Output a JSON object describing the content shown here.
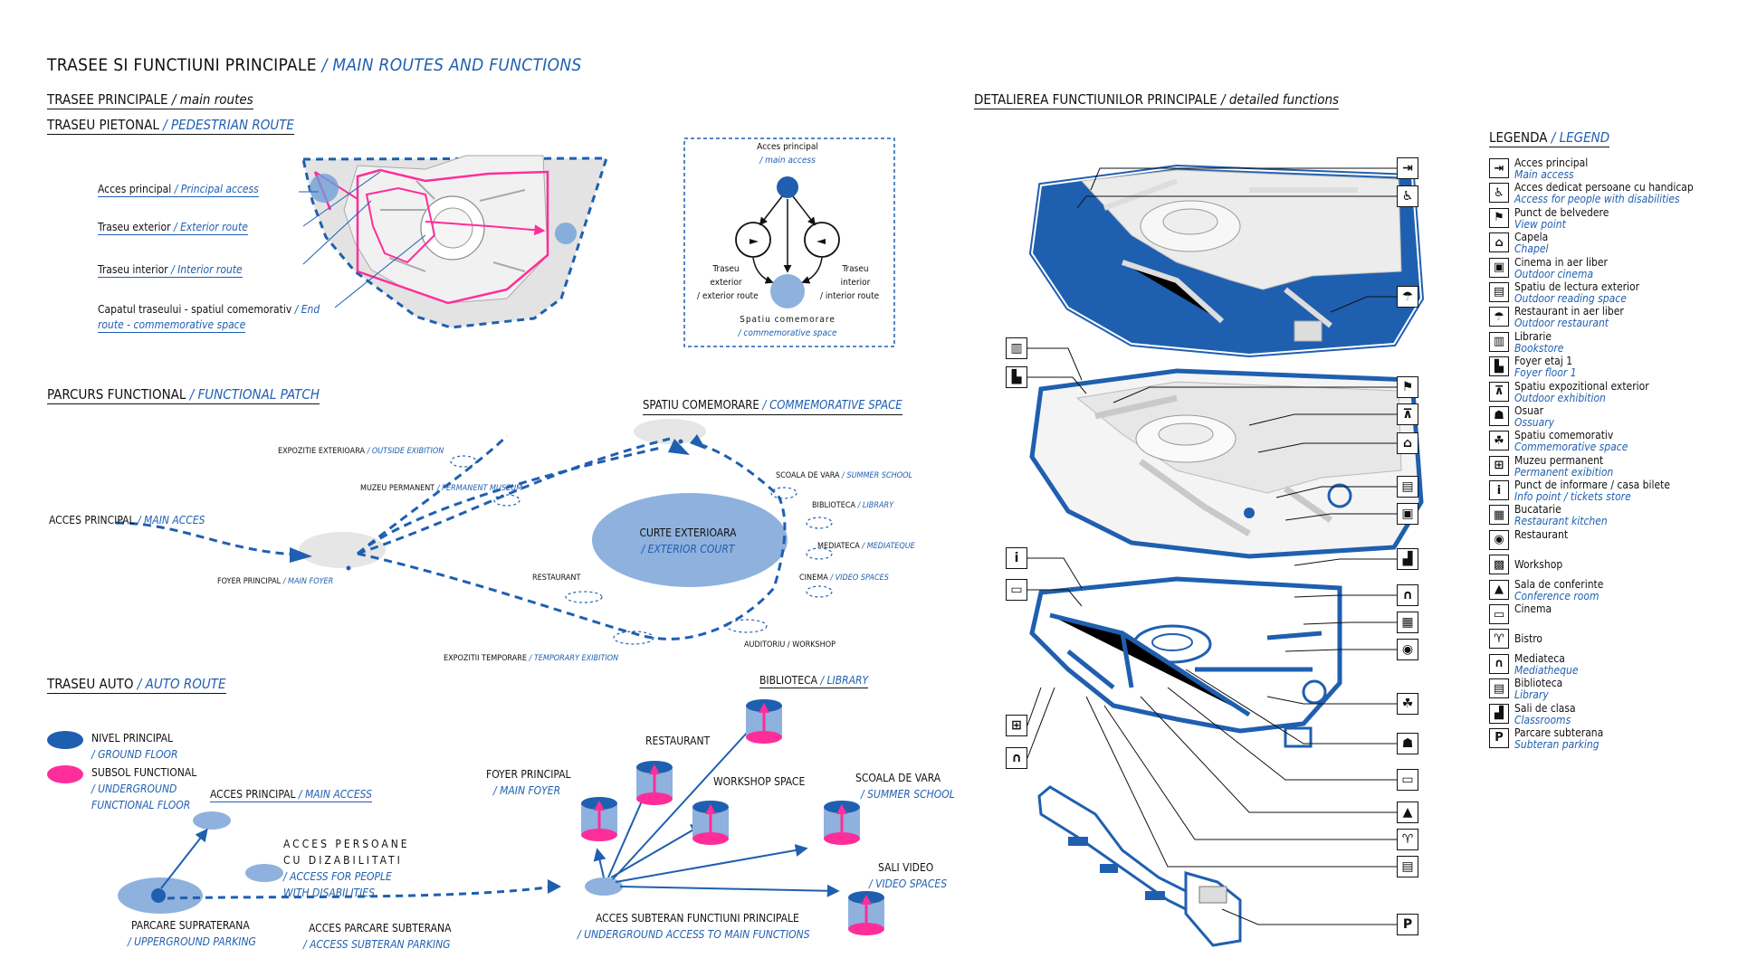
{
  "title": {
    "main": "TRASEE SI FUNCTIUNI PRINCIPALE",
    "en": "/ MAIN ROUTES AND FUNCTIONS"
  },
  "routes": {
    "main": {
      "ro": "TRASEE PRINCIPALE",
      "en": "/ main routes"
    },
    "pedestrian": {
      "ro": "TRASEU PIETONAL",
      "en": "/ PEDESTRIAN ROUTE"
    },
    "labels": {
      "acces_ro": "Acces principal",
      "acces_en": "/ Principal access",
      "ext_ro": "Traseu exterior",
      "ext_en": "/ Exterior route",
      "int_ro": "Traseu interior",
      "int_en": "/ Interior route",
      "cap_ro": "Capatul traseului - spatiul comemorativ",
      "cap_en1": "/ End",
      "cap_en2": "route - commemorative space"
    },
    "scheme": {
      "acces_ro": "Acces principal",
      "acces_en": "/ main access",
      "ext_ro1": "Traseu",
      "ext_ro2": "exterior",
      "ext_en": "/ exterior route",
      "int_ro1": "Traseu",
      "int_ro2": "interior",
      "int_en": "/ interior route",
      "spatiu_ro": "Spatiu comemorare",
      "spatiu_en": "/ commemorative space"
    }
  },
  "functional": {
    "title_ro": "PARCURS FUNCTIONAL",
    "title_en": "/ FUNCTIONAL PATCH",
    "spatiu_ro": "SPATIU COMEMORARE",
    "spatiu_en": "/ COMMEMORATIVE SPACE",
    "expo_ro": "EXPOZITIE EXTERIOARA",
    "expo_en": "/ OUTSIDE EXIBITION",
    "muzeu_ro": "MUZEU PERMANENT",
    "muzeu_en": "/ PERMANENT MUSEUM",
    "scoala_ro": "SCOALA DE VARA",
    "scoala_en": "/ SUMMER SCHOOL",
    "biblio_ro": "BIBLIOTECA",
    "biblio_en": "/ LIBRARY",
    "media_ro": "MEDIATECA",
    "media_en": "/ MEDIATEQUE",
    "cinema_ro": "CINEMA",
    "cinema_en": "/ VIDEO SPACES",
    "acces_ro": "ACCES PRINCIPAL",
    "acces_en": "/ MAIN ACCES",
    "foyer_ro": "FOYER PRINCIPAL",
    "foyer_en": "/ MAIN FOYER",
    "curte_ro": "CURTE EXTERIOARA",
    "curte_en": "/ EXTERIOR COURT",
    "restaurant": "RESTAURANT",
    "expot_ro": "EXPOZITII TEMPORARE",
    "expot_en": "/ TEMPORARY EXIBITION",
    "audit": "AUDITORIU / WORKSHOP"
  },
  "auto": {
    "title_ro": "TRASEU AUTO",
    "title_en": "/ AUTO ROUTE",
    "nivel_ro": "NIVEL PRINCIPAL",
    "nivel_en": "/ GROUND FLOOR",
    "subsol_ro": "SUBSOL FUNCTIONAL",
    "subsol_en1": "/ UNDERGROUND",
    "subsol_en2": "FUNCTIONAL FLOOR",
    "acces_ro": "ACCES PRINCIPAL",
    "acces_en": "/ MAIN ACCESS",
    "dis_ro1": "ACCES PERSOANE",
    "dis_ro2": "CU DIZABILITATI",
    "dis_en1": "/ ACCESS FOR PEOPLE",
    "dis_en2": "WITH DISABILITIES",
    "parc_ro": "PARCARE SUPRATERANA",
    "parc_en": "/ UPPERGROUND PARKING",
    "parcs_ro": "ACCES PARCARE SUBTERANA",
    "parcs_en": "/ ACCESS SUBTERAN PARKING",
    "sub_ro": "ACCES SUBTERAN FUNCTIUNI PRINCIPALE",
    "sub_en": "/ UNDERGROUND ACCESS TO MAIN FUNCTIONS",
    "foyer_ro": "FOYER PRINCIPAL",
    "foyer_en": "/ MAIN FOYER",
    "rest": "RESTAURANT",
    "biblio_ro": "BIBLIOTECA",
    "biblio_en": "/ LIBRARY",
    "work": "WORKSHOP SPACE",
    "scoala_ro": "SCOALA DE VARA",
    "scoala_en": "/ SUMMER SCHOOL",
    "video_ro": "SALI VIDEO",
    "video_en": "/ VIDEO SPACES"
  },
  "detailed": {
    "title_ro": "DETALIEREA FUNCTIUNILOR PRINCIPALE",
    "title_en": "/ detailed functions"
  },
  "legend": {
    "title_ro": "LEGENDA",
    "title_en": "/ LEGEND",
    "items": [
      {
        "ro": "Acces principal",
        "en": "Main access",
        "icon": "enter-icon",
        "glyph": "⇥"
      },
      {
        "ro": "Acces dedicat persoane cu handicap",
        "en": "Access for people with disabilities",
        "icon": "wheelchair-icon",
        "glyph": "♿"
      },
      {
        "ro": "Punct de belvedere",
        "en": "View point",
        "icon": "viewpoint-icon",
        "glyph": "⚑"
      },
      {
        "ro": "Capela",
        "en": "Chapel",
        "icon": "chapel-icon",
        "glyph": "⌂"
      },
      {
        "ro": "Cinema in aer liber",
        "en": "Outdoor cinema",
        "icon": "outdoor-cinema-icon",
        "glyph": "▣"
      },
      {
        "ro": "Spatiu de lectura exterior",
        "en": "Outdoor reading space",
        "icon": "reading-icon",
        "glyph": "▤"
      },
      {
        "ro": "Restaurant in aer liber",
        "en": "Outdoor restaurant",
        "icon": "umbrella-table-icon",
        "glyph": "☂"
      },
      {
        "ro": "Librarie",
        "en": "Bookstore",
        "icon": "books-icon",
        "glyph": "▥"
      },
      {
        "ro": "Foyer etaj 1",
        "en": "Foyer floor 1",
        "icon": "armchair-icon",
        "glyph": "▙"
      },
      {
        "ro": "Spatiu expozitional exterior",
        "en": "Outdoor exhibition",
        "icon": "easel-icon",
        "glyph": "⊼"
      },
      {
        "ro": "Osuar",
        "en": "Ossuary",
        "icon": "ossuary-icon",
        "glyph": "☗"
      },
      {
        "ro": "Spatiu comemorativ",
        "en": "Commemorative space",
        "icon": "memorial-icon",
        "glyph": "☘"
      },
      {
        "ro": "Muzeu permanent",
        "en": "Permanent exibition",
        "icon": "museum-icon",
        "glyph": "⊞"
      },
      {
        "ro": "Punct de informare / casa bilete",
        "en": "Info point / tickets store",
        "icon": "info-icon",
        "glyph": "i"
      },
      {
        "ro": "Bucatarie",
        "en": "Restaurant kitchen",
        "icon": "kitchen-icon",
        "glyph": "▦"
      },
      {
        "ro": "Restaurant",
        "en": "",
        "icon": "plate-icon",
        "glyph": "◉"
      },
      {
        "ro": "Workshop",
        "en": "",
        "icon": "workshop-icon",
        "glyph": "▩"
      },
      {
        "ro": "Sala de conferinte",
        "en": "Conference room",
        "icon": "conference-icon",
        "glyph": "▲"
      },
      {
        "ro": "Cinema",
        "en": "",
        "icon": "cinema-icon",
        "glyph": "▭"
      },
      {
        "ro": "Bistro",
        "en": "",
        "icon": "glasses-icon",
        "glyph": "♈"
      },
      {
        "ro": "Mediateca",
        "en": "Mediatheque",
        "icon": "headphones-icon",
        "glyph": "∩"
      },
      {
        "ro": "Biblioteca",
        "en": "Library",
        "icon": "library-icon",
        "glyph": "▤"
      },
      {
        "ro": "Sali de clasa",
        "en": "Classrooms",
        "icon": "classroom-icon",
        "glyph": "▟"
      },
      {
        "ro": "Parcare subterana",
        "en": "Subteran parking",
        "icon": "parking-icon",
        "glyph": "P"
      }
    ]
  },
  "colors": {
    "blue": "#1f5fb0",
    "light_blue": "#8fb1dd",
    "pink": "#ff2d9a",
    "grey": "#e6e6e6"
  }
}
